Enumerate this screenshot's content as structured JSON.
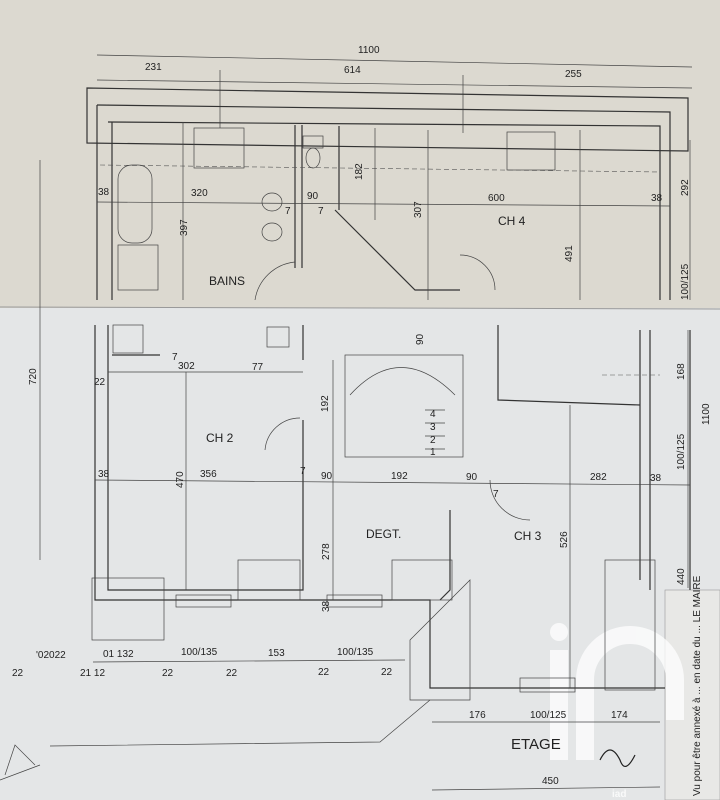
{
  "plan": {
    "level_title": "ETAGE",
    "rooms": {
      "bath": "BAINS",
      "bed4": "CH 4",
      "bed2": "CH 2",
      "bed3": "CH 3",
      "hall": "DEGT."
    },
    "dims_top": {
      "total": "1100",
      "a": "231",
      "b": "614",
      "c": "255"
    },
    "dims_upper": {
      "wall_l": "38",
      "bath_w": "320",
      "wc_w": "90",
      "ch4_w": "600",
      "wall_r": "38",
      "h182": "182",
      "h307": "307",
      "h397": "397",
      "h491": "491",
      "h292": "292",
      "win_r": "100/125",
      "h720": "720",
      "w7a": "7",
      "w7b": "7"
    },
    "dims_lower": {
      "w302": "302",
      "w77": "77",
      "w22": "22",
      "h192": "192",
      "stair90": "90",
      "w38l": "38",
      "h470": "470",
      "w356": "356",
      "w7": "7",
      "w90a": "90",
      "w192": "192",
      "w90b": "90",
      "w282": "282",
      "w38r": "38",
      "h168": "168",
      "h1100": "1100",
      "win_r2": "100/125",
      "h526": "526",
      "h278": "278",
      "h440": "440",
      "w38b": "38",
      "door7": "7"
    },
    "stairs": [
      "4",
      "3",
      "2",
      "1"
    ],
    "dims_bottom": {
      "a": "01 132",
      "b": "100/135",
      "c": "153",
      "d": "100/135",
      "e": [
        "22",
        "22",
        "22",
        "22"
      ],
      "mirror1": "'02022",
      "mirror2": "21 12",
      "mirror3": "22"
    },
    "dims_right_bottom": {
      "a": "176",
      "b": "100/125",
      "c": "174",
      "total": "450"
    },
    "side_note": "Vu pour être annexé à ... en date du ... LE MAIRE",
    "watermark": "iad"
  }
}
